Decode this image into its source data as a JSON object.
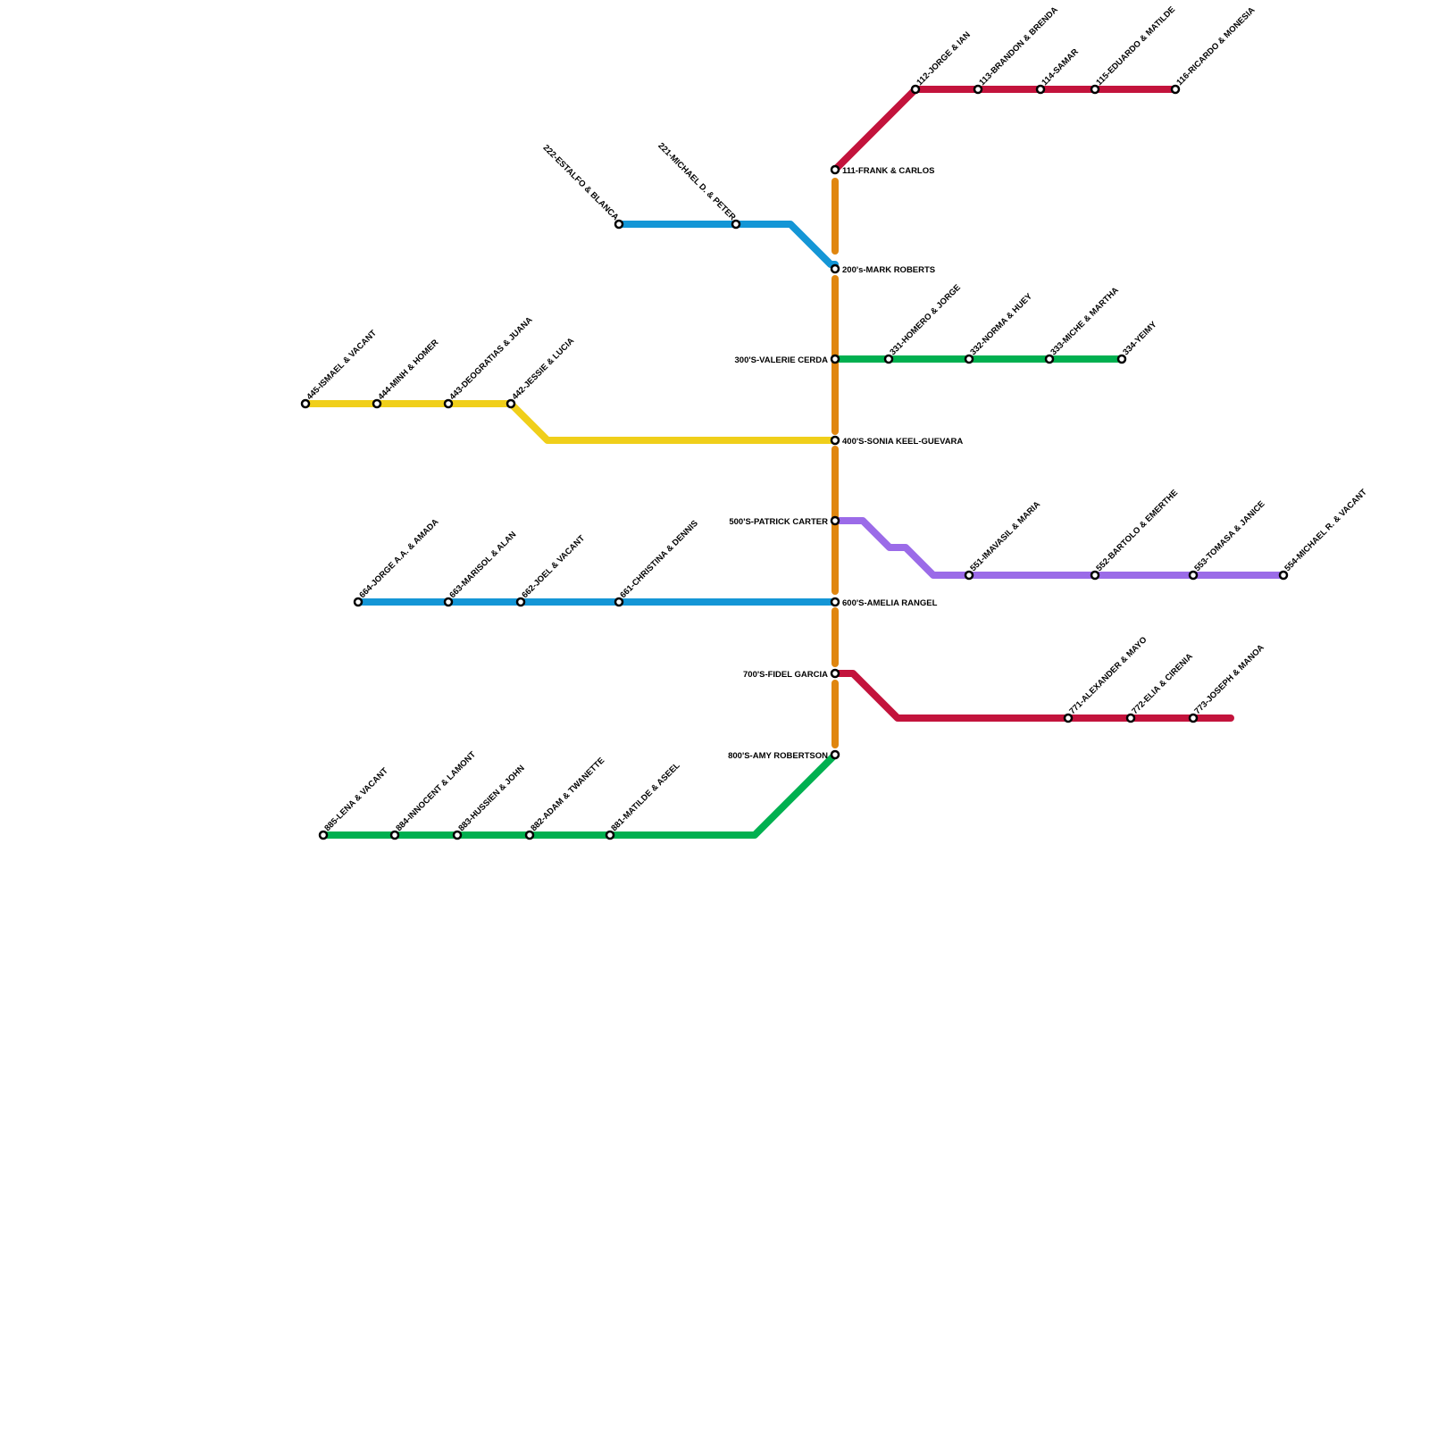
{
  "colors": {
    "trunk": "#E0860F",
    "red": "#C3133C",
    "blue": "#1496D6",
    "green": "#00B050",
    "yellow": "#F0CF1A",
    "purple": "#9B6BE8"
  },
  "stations": {
    "s111": "111-FRANK & CARLOS",
    "s112": "112-JORGE & IAN",
    "s113": "113-BRANDON & BRENDA",
    "s114": "114-SAMAR",
    "s115": "115-EDUARDO & MATILDE",
    "s116": "116-RICARDO & MONESIA",
    "s200": "200's-MARK ROBERTS",
    "s221": "221-MICHAEL D. & PETER",
    "s222": "222-ESTALFO & BLANCA",
    "s300": "300'S-VALERIE CERDA",
    "s331": "331-HOMERO & JORGE",
    "s332": "332-NORMA & HUEY",
    "s333": "333-MICHE & MARTHA",
    "s334": "334-YEIMY",
    "s400": "400'S-SONIA KEEL-GUEVARA",
    "s442": "442-JESSIE & LUCIA",
    "s443": "443-DEOGRATIAS & JUANA",
    "s444": "444-MINH & HOMER",
    "s445": "445-ISMAEL & VACANT",
    "s500": "500'S-PATRICK CARTER",
    "s551": "551-IMAVASIL & MARIA",
    "s552": "552-BARTOLO & EMERTHE",
    "s553": "553-TOMASA & JANICE",
    "s554": "554-MICHAEL R. & VACANT",
    "s600": "600'S-AMELIA RANGEL",
    "s661": "661-CHRISTINA & DENNIS",
    "s662": "662-JOEL & VACANT",
    "s663": "663-MARISOL & ALAN",
    "s664": "664-JORGE A.A. & AMADA",
    "s700": "700'S-FIDEL GARCIA",
    "s771": "771-ALEXANDER & MAYO",
    "s772": "772-ELIA & CIRENIA",
    "s773": "773-JOSEPH & MANOA",
    "s800": "800'S-AMY ROBERTSON",
    "s881": "881-MATILDE & ASEEL",
    "s882": "882-ADAM & TWANETTE",
    "s883": "883-HUSSIEN & JOHN",
    "s884": "884-INNOCENT & LAMONT",
    "s885": "885-LENA & VACANT"
  }
}
